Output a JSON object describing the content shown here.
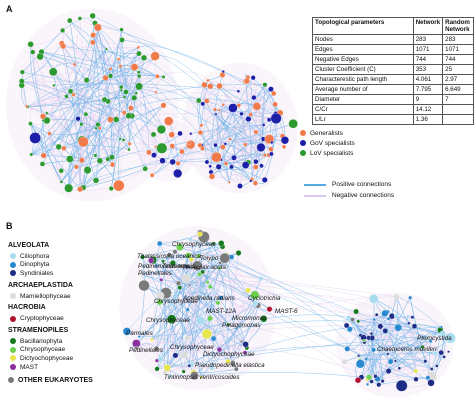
{
  "panel_a": {
    "letter": "A",
    "table": {
      "headers": [
        "Topological parameters",
        "Network",
        "Random Network"
      ],
      "rows": [
        [
          "Nodes",
          "283",
          "283"
        ],
        [
          "Edges",
          "1071",
          "1071"
        ],
        [
          "Negative Edges",
          "744",
          "744"
        ],
        [
          "Cluster Coefficient (C)",
          "353",
          "25"
        ],
        [
          "Characterestic path length",
          "4.061",
          "2.97"
        ],
        [
          "Average number of",
          "7.795",
          "6.649"
        ],
        [
          "Diameter",
          "9",
          "7"
        ],
        [
          "C/Cr",
          "14.12",
          ""
        ],
        [
          "L/Lr",
          "1.36",
          ""
        ]
      ]
    },
    "node_legend": [
      {
        "label": "Generalists",
        "color": "#f07a4a"
      },
      {
        "label": "GoV specialists",
        "color": "#1c1fa8"
      },
      {
        "label": "LoV specialists",
        "color": "#2c9a2e"
      }
    ],
    "edge_legend": [
      {
        "label": "Positive connections",
        "color": "#56a8e0"
      },
      {
        "label": "Negative connections",
        "color": "#d9c8ee"
      }
    ]
  },
  "panel_b": {
    "letter": "B",
    "legend_groups": [
      {
        "name": "ALVEOLATA",
        "items": [
          {
            "label": "Ciliophora",
            "color": "#a8dcef"
          },
          {
            "label": "Dinophyta",
            "color": "#2a8ad0"
          },
          {
            "label": "Syndiniales",
            "color": "#1f2c86"
          }
        ]
      },
      {
        "name": "ARCHAEPLASTIDA",
        "items": [
          {
            "label": "Mamiellophyceae",
            "color": "#dcdcdc"
          }
        ]
      },
      {
        "name": "HACROBIA",
        "items": [
          {
            "label": "Cryptophyceae",
            "color": "#b3122e"
          }
        ]
      },
      {
        "name": "STRAMENOPILES",
        "items": [
          {
            "label": "Bacillariophyta",
            "color": "#17791f"
          },
          {
            "label": "Chrysophyceae",
            "color": "#6ccf4f"
          },
          {
            "label": "Dictyochophyceae",
            "color": "#e6e64a"
          },
          {
            "label": "MAST",
            "color": "#8a2ea0"
          }
        ]
      },
      {
        "name": "OTHER EUKARYOTES",
        "items": [
          {
            "label": "",
            "color": "#7a7a7a"
          }
        ]
      }
    ],
    "taxa_labels": [
      "Chrysophyceae",
      "Thalassiosira oceanica",
      "Tolypo",
      "Pedinomonas tenuis",
      "Pedinellales",
      "Telonema",
      "Teleaulax acuta",
      "Apedinella radians",
      "Cyclotrichia",
      "Chrysophyceae",
      "MAST-12A",
      "MAST-6",
      "Chrysophyceae",
      "Micromonas",
      "Pelagomonas",
      "Parmales",
      "Chrysophyceae",
      "Dictyochophyceae",
      "Pedinellales",
      "Pseudopedinella elastica",
      "Tintinnopsis ventricosoides",
      "Chaetoceros muelleri",
      "Pterocystida"
    ]
  }
}
